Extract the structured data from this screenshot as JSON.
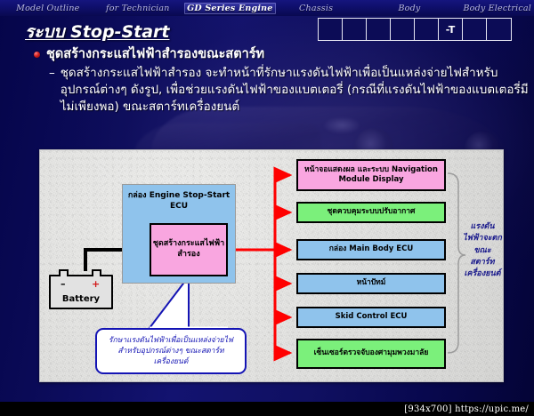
{
  "navbar": {
    "items": [
      {
        "label": "Model Outline",
        "active": false
      },
      {
        "label": "for Technician",
        "active": false
      },
      {
        "label": "GD Series Engine",
        "active": true
      },
      {
        "label": "Chassis",
        "active": false
      },
      {
        "label": "Body",
        "active": false
      },
      {
        "label": "Body Electrical",
        "active": false
      }
    ]
  },
  "title": {
    "text": "ระบบ Stop-Start",
    "code_boxes": [
      "",
      "",
      "",
      "",
      "",
      "-T",
      "",
      ""
    ]
  },
  "content": {
    "bullet_heading": "ชุดสร้างกระแสไฟฟ้าสำรองขณะสตาร์ท",
    "dash": "–",
    "sub_text": "ชุดสร้างกระแสไฟฟ้าสำรอง จะทำหน้าที่รักษาแรงดันไฟฟ้าเพื่อเป็นแหล่งจ่ายไฟสำหรับอุปกรณ์ต่างๆ ดังรูป, เพื่อช่วยแรงดันไฟฟ้าของแบตเตอรี่ (กรณีที่แรงดันไฟฟ้าของแบตเตอรี่มีไม่เพียงพอ) ขณะสตาร์ทเครื่องยนต์"
  },
  "diagram": {
    "ecu_container_label": "กล่อง Engine Stop-Start ECU",
    "generator_label": "ชุดสร้างกระแสไฟฟ้าสำรอง",
    "battery": {
      "name": "Battery",
      "negative": "–",
      "positive": "+"
    },
    "targets": [
      {
        "label": "หน้าจอแสดงผล และระบบ Navigation Module Display",
        "color": "pink",
        "color_hex": "#f9a6e0"
      },
      {
        "label": "ชุดควบคุมระบบปรับอากาศ",
        "color": "green",
        "color_hex": "#7bf07b"
      },
      {
        "label": "กล่อง Main Body ECU",
        "color": "blue",
        "color_hex": "#8fc3ec"
      },
      {
        "label": "หน้าปัทม์",
        "color": "blue",
        "color_hex": "#8fc3ec"
      },
      {
        "label": "Skid Control ECU",
        "color": "blue",
        "color_hex": "#8fc3ec"
      },
      {
        "label": "เซ็นเซอร์ตรวจจับองศามุมพวงมาลัย",
        "color": "green",
        "color_hex": "#7bf07b"
      }
    ],
    "side_note": "แรงดันไฟฟ้าจะตกขณะสตาร์ทเครื่องยนต์",
    "callout": "รักษาแรงดันไฟฟ้าเพื่อเป็นแหล่งจ่ายไฟสำหรับอุปกรณ์ต่างๆ ขณะสตาร์ทเครื่องยนต์"
  },
  "footer": {
    "text": "[934x700] https://upic.me/"
  },
  "colors": {
    "slide_bg": "#0d0d62",
    "arrow_red": "#ff0000",
    "callout_blue": "#1414b4",
    "pink": "#f9a6e0",
    "green": "#7bf07b",
    "blue": "#8fc3ec"
  }
}
